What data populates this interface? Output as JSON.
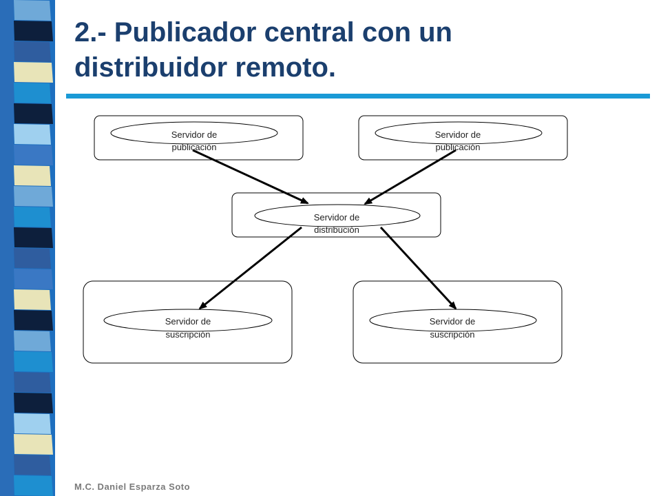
{
  "slide": {
    "title_line1": "2.- Publicador central con un",
    "title_line2": "distribuidor remoto.",
    "footer": "M.C. Daniel Esparza Soto"
  },
  "colors": {
    "title": "#1b3f6e",
    "rule": "#1a9ad6",
    "sidebar_palette": [
      "#6fa9d8",
      "#2f5d9f",
      "#e8e4b8",
      "#1e8fd0",
      "#0d1f3c",
      "#9fd0ef",
      "#3a78c4"
    ]
  },
  "diagram": {
    "publisher_left": {
      "line1": "Servidor de",
      "line2": "publicación"
    },
    "publisher_right": {
      "line1": "Servidor de",
      "line2": "publicación"
    },
    "distributor": {
      "line1": "Servidor de",
      "line2": "distribución"
    },
    "subscriber_left": {
      "line1": "Servidor de",
      "line2": "suscripción"
    },
    "subscriber_right": {
      "line1": "Servidor de",
      "line2": "suscripción"
    }
  }
}
